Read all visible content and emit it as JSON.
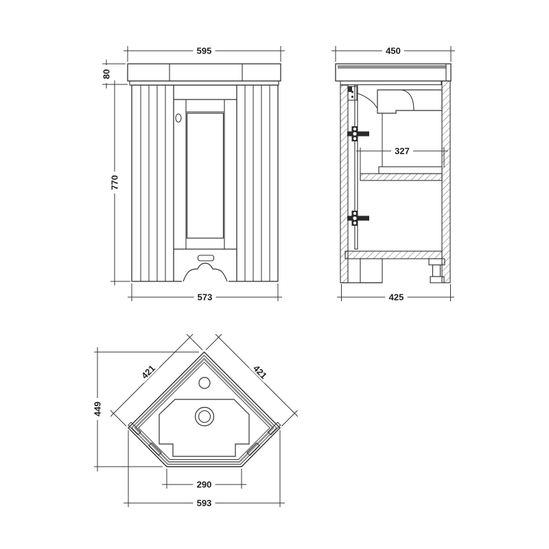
{
  "drawing": {
    "background": "#ffffff",
    "line_color": "#2e2e2e",
    "accent_gray": "#8f8f8f",
    "views": {
      "front": {
        "dims": {
          "width_top": "595",
          "top_height": "80",
          "height": "770",
          "width_bottom": "573"
        }
      },
      "side": {
        "dims": {
          "depth_top": "450",
          "internal_depth": "327",
          "depth_bottom": "425"
        }
      },
      "plan": {
        "dims": {
          "edge_left": "421",
          "edge_right": "421",
          "depth": "449",
          "basin_front": "290",
          "width": "593"
        }
      }
    }
  }
}
